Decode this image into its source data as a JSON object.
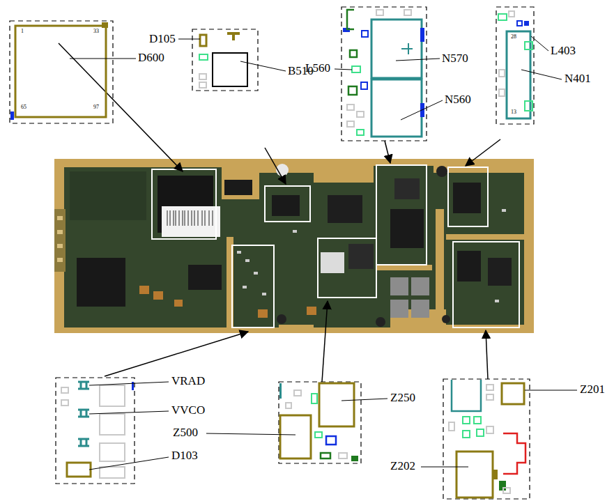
{
  "diagram": {
    "labels": [
      "D105",
      "B510",
      "L560",
      "N570",
      "N560",
      "L403",
      "N401",
      "D600",
      "1",
      "33",
      "65",
      "97",
      "28",
      "13",
      "VRAD",
      "VVCO",
      "D103",
      "Z250",
      "Z500",
      "Z201",
      "Z202"
    ]
  }
}
